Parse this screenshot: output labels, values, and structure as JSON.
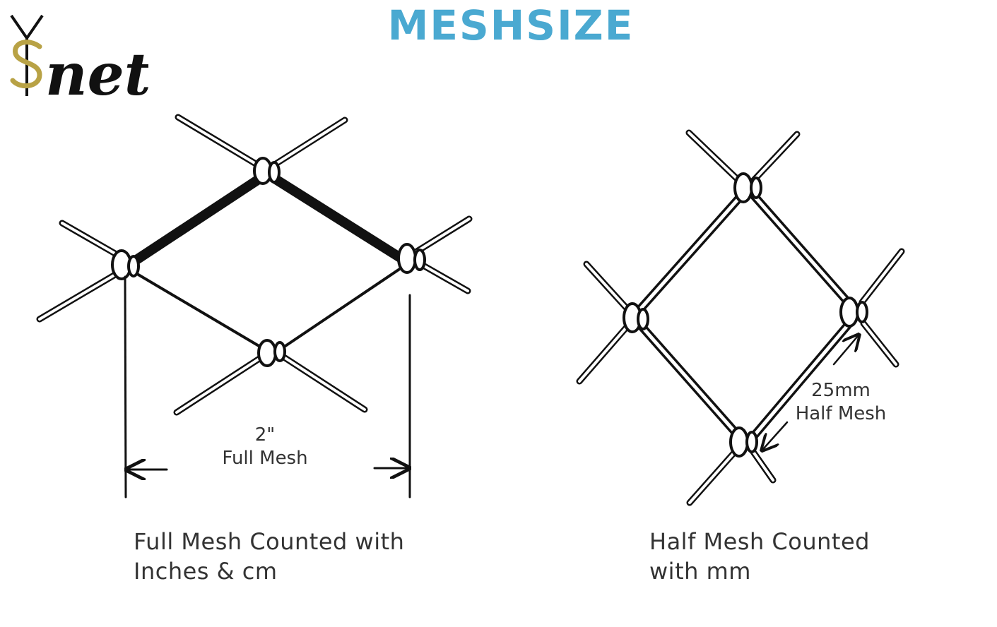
{
  "logo": {
    "text": "net",
    "colors": {
      "ink": "#111111",
      "gold": "#b8a245"
    }
  },
  "title": {
    "text": "MESHSIZE",
    "color": "#4aa9d1"
  },
  "full_mesh": {
    "dimension_value": "2\"",
    "dimension_label": "Full Mesh",
    "caption_line1": "Full Mesh Counted with",
    "caption_line2": "Inches & cm"
  },
  "half_mesh": {
    "dimension_value": "25mm",
    "dimension_label": "Half Mesh",
    "caption_line1": "Half Mesh Counted",
    "caption_line2": "with mm"
  }
}
